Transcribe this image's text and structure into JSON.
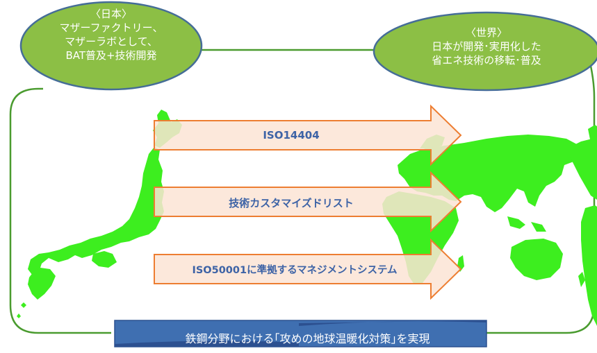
{
  "left_oval": {
    "lines": [
      "〈日本〉",
      "マザーファクトリー、",
      "マザーラボとして、",
      "BAT普及+技術開発"
    ]
  },
  "right_oval": {
    "lines": [
      "〈世界〉",
      "日本が開発･実用化した",
      "省エネ技術の移転･普及"
    ]
  },
  "arrows": [
    {
      "label": "ISO14404"
    },
    {
      "label": "技術カスタマイズドリスト"
    },
    {
      "label": "ISO50001に準拠するマネジメントシステム"
    }
  ],
  "banner": {
    "text": "鉄鋼分野における｢攻めの地球温暖化対策｣を実現"
  },
  "colors": {
    "oval_fill": "#8cbf45",
    "oval_stroke": "#456d97",
    "loop_line": "#4a9b2f",
    "map_green": "#3dee1f",
    "arrow_fill": "#fbe4d5",
    "arrow_stroke": "#ed7d31",
    "arrow_text": "#3d63a6",
    "banner_fill": "#3f6fb1",
    "banner_dark": "#2c5090"
  }
}
